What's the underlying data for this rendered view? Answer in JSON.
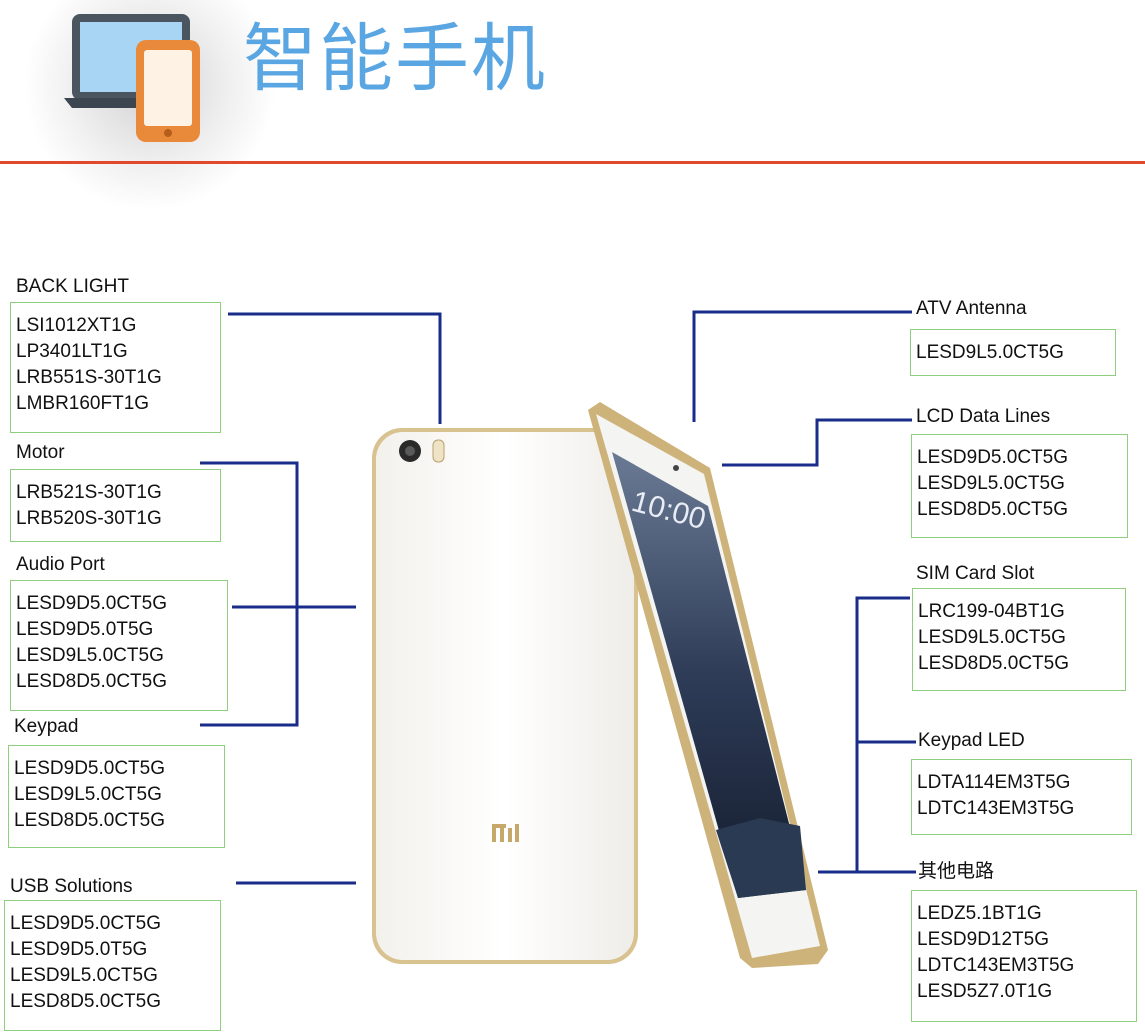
{
  "header": {
    "title": "智能手机"
  },
  "phone": {
    "brand_logo": "mi-logo",
    "lock_time": "10:00"
  },
  "colors": {
    "title": "#5aa6e3",
    "rule": "#e0492b",
    "leader": "#1a2c8a",
    "box_border": "#8fce7f"
  },
  "sections": {
    "back_light": {
      "label": "BACK LIGHT",
      "parts": [
        "LSI1012XT1G",
        "LP3401LT1G",
        "LRB551S-30T1G",
        "LMBR160FT1G"
      ]
    },
    "motor": {
      "label": "Motor",
      "parts": [
        "LRB521S-30T1G",
        "LRB520S-30T1G"
      ]
    },
    "audio_port": {
      "label": "Audio Port",
      "parts": [
        "LESD9D5.0CT5G",
        "LESD9D5.0T5G",
        "LESD9L5.0CT5G",
        "LESD8D5.0CT5G"
      ]
    },
    "keypad": {
      "label": "Keypad",
      "parts": [
        "LESD9D5.0CT5G",
        "LESD9L5.0CT5G",
        "LESD8D5.0CT5G"
      ]
    },
    "usb_solutions": {
      "label": "USB Solutions",
      "parts": [
        "LESD9D5.0CT5G",
        "LESD9D5.0T5G",
        "LESD9L5.0CT5G",
        "LESD8D5.0CT5G"
      ]
    },
    "atv_antenna": {
      "label": "ATV Antenna",
      "parts": [
        "LESD9L5.0CT5G"
      ]
    },
    "lcd_data_lines": {
      "label": "LCD Data Lines",
      "parts": [
        "LESD9D5.0CT5G",
        "LESD9L5.0CT5G",
        "LESD8D5.0CT5G"
      ]
    },
    "sim_card_slot": {
      "label": "SIM Card Slot",
      "parts": [
        "LRC199-04BT1G",
        "LESD9L5.0CT5G",
        "LESD8D5.0CT5G"
      ]
    },
    "keypad_led": {
      "label": "Keypad LED",
      "parts": [
        "LDTA114EM3T5G",
        "LDTC143EM3T5G"
      ]
    },
    "other_circuits": {
      "label": "其他电路",
      "parts": [
        "LEDZ5.1BT1G",
        "LESD9D12T5G",
        "LDTC143EM3T5G",
        "LESD5Z7.0T1G"
      ]
    }
  }
}
